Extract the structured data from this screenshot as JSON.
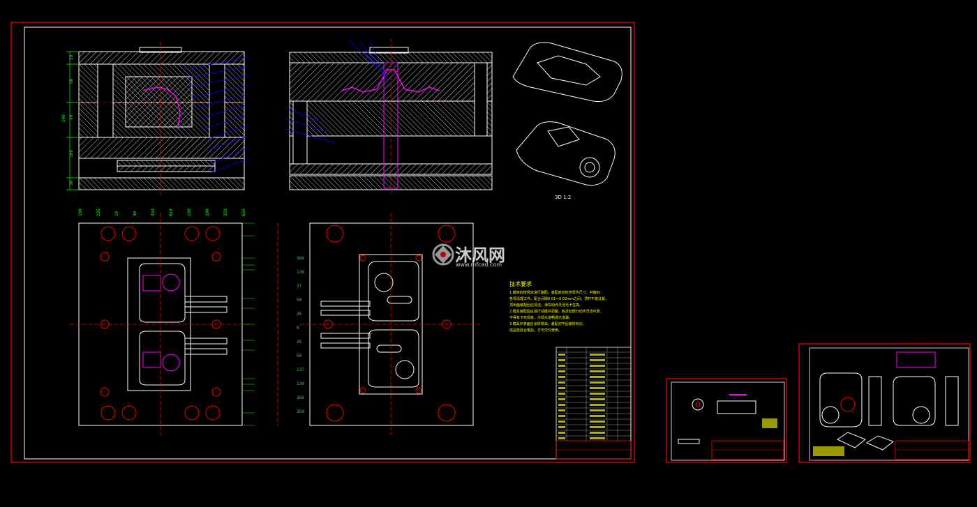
{
  "colors": {
    "background": "#000000",
    "frame": "#ff0000",
    "inner_frame": "#ffffff",
    "section_hatch": "#ffffff",
    "dimension": "#00ff00",
    "leader": "#0000ff",
    "part": "#ff00ff",
    "text": "#ffff00"
  },
  "main_sheet": {
    "technical_requirements": {
      "title": "技术要求",
      "lines": [
        "1.模架应按规定进行装配，装配前应检查零件尺寸，并做好",
        "各项清理工作。配合间隙0.01～0.02mm之间，顶杆不能过紧。",
        "顶出面装配后应清洁，滑块动作灵活无卡住等。",
        "2.模具装配后应进行试模并调整，各活动部分动作灵活可靠，",
        "不得有卡死现象，冷却水道畅通无渗漏。",
        "3.模具外表面应涂防锈油，装配完毕后做好标记，",
        "成品检验合格后，方可交付使用。"
      ]
    },
    "iso_view_label": "3D 1:2",
    "dimensions_left_plan": [
      "100",
      "235",
      "20",
      "40",
      "450",
      "610",
      "280",
      "300",
      "350",
      "650"
    ],
    "dimensions_right_plan": [
      "166",
      "130",
      "37",
      "50",
      "25",
      "0",
      "25",
      "50",
      "137",
      "130",
      "166",
      "350"
    ],
    "left_section_vertical_dims": [
      "30",
      "90",
      "90",
      "100",
      "30",
      "248"
    ]
  },
  "watermark": {
    "brand": "沐风网",
    "url": "www.mfcad.com"
  },
  "sheets": [
    {
      "name": "main-assembly-sheet"
    },
    {
      "name": "part-sheet-small"
    },
    {
      "name": "part-sheet-right"
    }
  ]
}
